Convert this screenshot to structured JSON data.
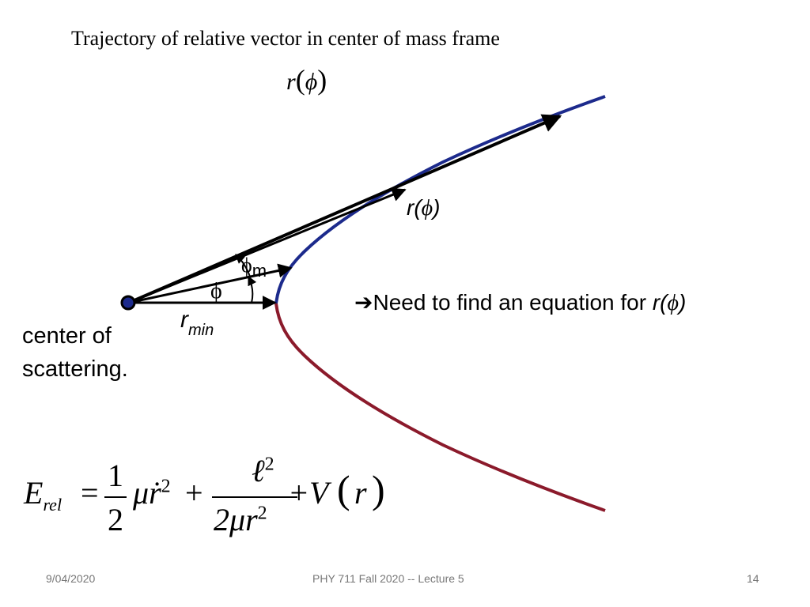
{
  "slide": {
    "title": "Trajectory of relative vector in center of mass frame",
    "top_formula": {
      "symbol": "r",
      "open": "(",
      "arg": "ϕ",
      "close": ")"
    },
    "labels": {
      "r_phi": {
        "prefix": "r(",
        "phi": "ϕ",
        "suffix": ")"
      },
      "phi_m": {
        "phi": "ϕ",
        "sub": "m"
      },
      "phi": "ϕ",
      "r_min": {
        "main": "r",
        "sub": "min"
      }
    },
    "need": {
      "arrow": "➔",
      "text": "Need to find an equation for ",
      "expr_prefix": "r(",
      "expr_phi": "ϕ",
      "expr_suffix": ")"
    },
    "center_label": "center of scattering.",
    "equation": {
      "lhs": "E",
      "lhs_sub": "rel",
      "equals": "=",
      "frac1_num": "1",
      "frac1_den": "2",
      "term1": "μṙ",
      "term1_sup": "2",
      "plus1": "+",
      "frac2_num": "ℓ",
      "frac2_num_sup": "2",
      "frac2_den": "2μr",
      "frac2_den_sup": "2",
      "plus2": "+V",
      "open": "(",
      "arg": "r",
      "close": ")"
    },
    "colors": {
      "upper_branch": "#1c2a8c",
      "lower_branch": "#8b1a2b",
      "arrows": "#000000",
      "footer": "#777777"
    }
  },
  "footer": {
    "date": "9/04/2020",
    "course": "PHY 711  Fall 2020 -- Lecture 5",
    "page": "14"
  }
}
